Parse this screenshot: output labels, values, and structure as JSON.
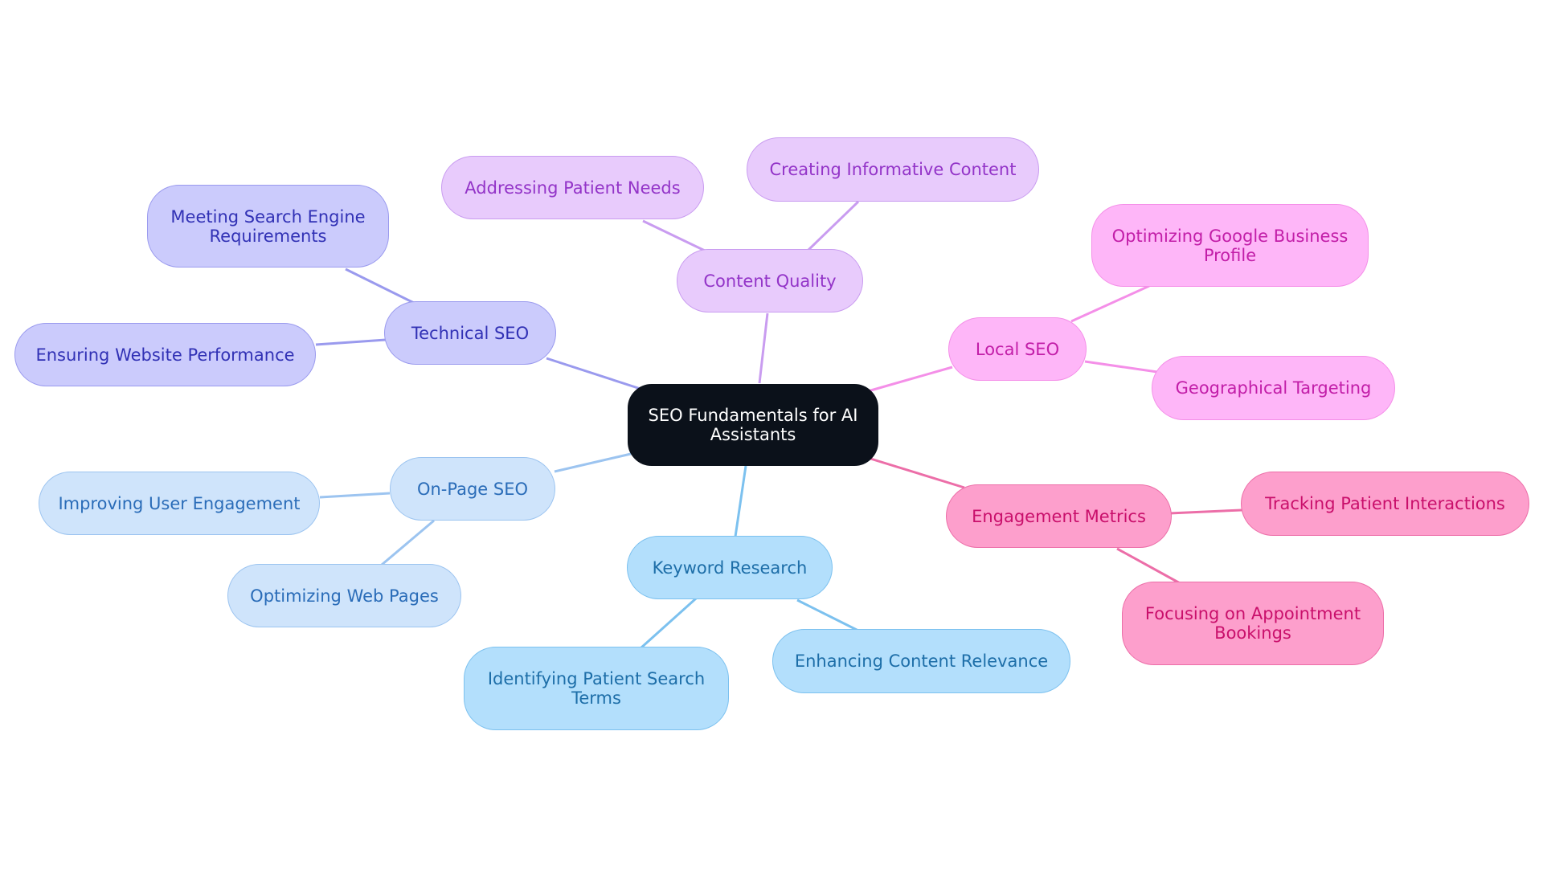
{
  "root": {
    "label": "SEO Fundamentals for AI Assistants",
    "fill": "#0b111a",
    "text": "#ffffff"
  },
  "branches": {
    "technical": {
      "fill": "#cbcbfc",
      "border": "#9a9aee",
      "text": "#3131b5",
      "edge": "#9a9aee",
      "label": "Technical SEO",
      "children": [
        "Meeting Search Engine Requirements",
        "Ensuring Website Performance"
      ]
    },
    "content": {
      "fill": "#e8cbfc",
      "border": "#c99cf0",
      "text": "#9334c8",
      "edge": "#c99cf0",
      "label": "Content Quality",
      "children": [
        "Addressing Patient Needs",
        "Creating Informative Content"
      ]
    },
    "local": {
      "fill": "#feb6f8",
      "border": "#f48fe8",
      "text": "#c21ea8",
      "edge": "#f48fe8",
      "label": "Local SEO",
      "children": [
        "Optimizing Google Business Profile",
        "Geographical Targeting"
      ]
    },
    "engagement": {
      "fill": "#fd9fcc",
      "border": "#ec6ea8",
      "text": "#c90f6b",
      "edge": "#ec6ea8",
      "label": "Engagement Metrics",
      "children": [
        "Tracking Patient Interactions",
        "Focusing on Appointment Bookings"
      ]
    },
    "keyword": {
      "fill": "#b3dffc",
      "border": "#7cc1ef",
      "text": "#1d6ea8",
      "edge": "#7cc1ef",
      "label": "Keyword Research",
      "children": [
        "Identifying Patient Search Terms",
        "Enhancing Content Relevance"
      ]
    },
    "onpage": {
      "fill": "#cfe4fb",
      "border": "#9cc4f0",
      "text": "#2a6cb8",
      "edge": "#9cc4f0",
      "label": "On-Page SEO",
      "children": [
        "Improving User Engagement",
        "Optimizing Web Pages"
      ]
    }
  }
}
